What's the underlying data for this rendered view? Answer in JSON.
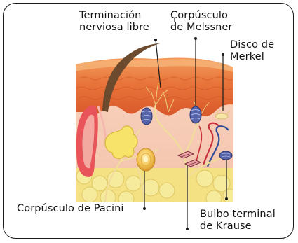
{
  "labels": {
    "terminacion": {
      "line1": "Terminación",
      "line2": "nerviosa libre"
    },
    "meissner": {
      "line1": "Corpúsculo",
      "line2": "de Melssner"
    },
    "merkel": {
      "line1": "Disco de",
      "line2": "Merkel"
    },
    "pacini": {
      "line1": "Corpúsculo de Pacini"
    },
    "krause": {
      "line1": "Bulbo terminal",
      "line2": "de Krause"
    }
  },
  "colors": {
    "epidermis": "#e8743a",
    "dermis": "#f6c9b3",
    "fat": "#f2e48a",
    "hair": "#6b4a2e",
    "nerve": "#f1dc9c",
    "corpuscle": "#5563a8",
    "outline": "#1a1a1a"
  }
}
